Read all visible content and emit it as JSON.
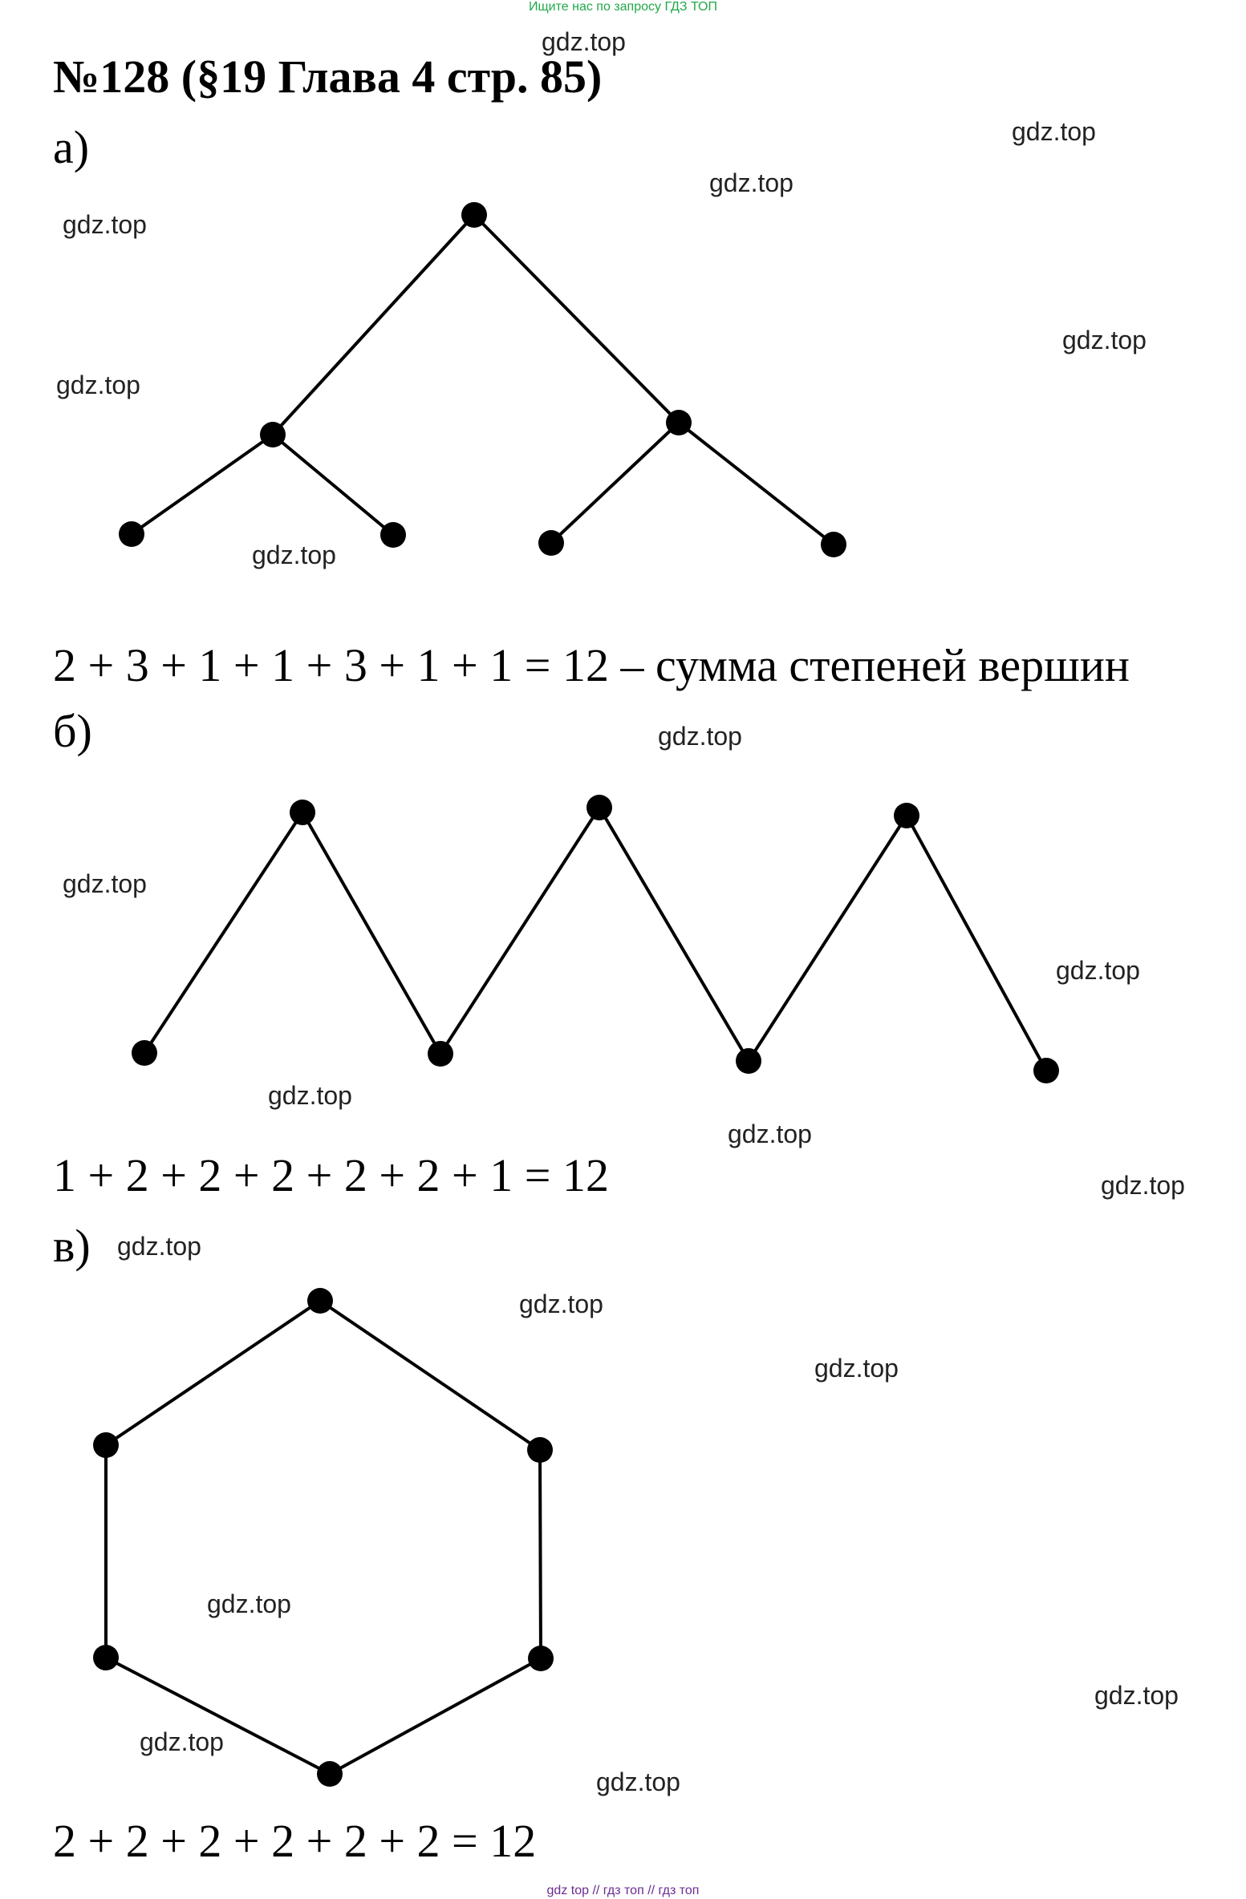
{
  "banner": "Ищите нас по запросу ГДЗ ТОП",
  "title": "№128 (§19 Глава 4  стр. 85)",
  "parts": [
    {
      "label": "а)",
      "equation": "2 + 3 + 1 + 1 + 3 + 1 + 1 = 12 – сумма степеней вершин"
    },
    {
      "label": "б)",
      "equation": "1 + 2 + 2 + 2 + 2 + 2 + 1 = 12"
    },
    {
      "label": "в)",
      "equation": "2 + 2 + 2 + 2 + 2 + 2 = 12"
    }
  ],
  "watermark": "gdz.top",
  "footer": "gdz top  //  гдз топ  //  гдз топ",
  "colors": {
    "banner": "#22a84a",
    "footer": "#6a2c91",
    "ink": "#000000"
  }
}
